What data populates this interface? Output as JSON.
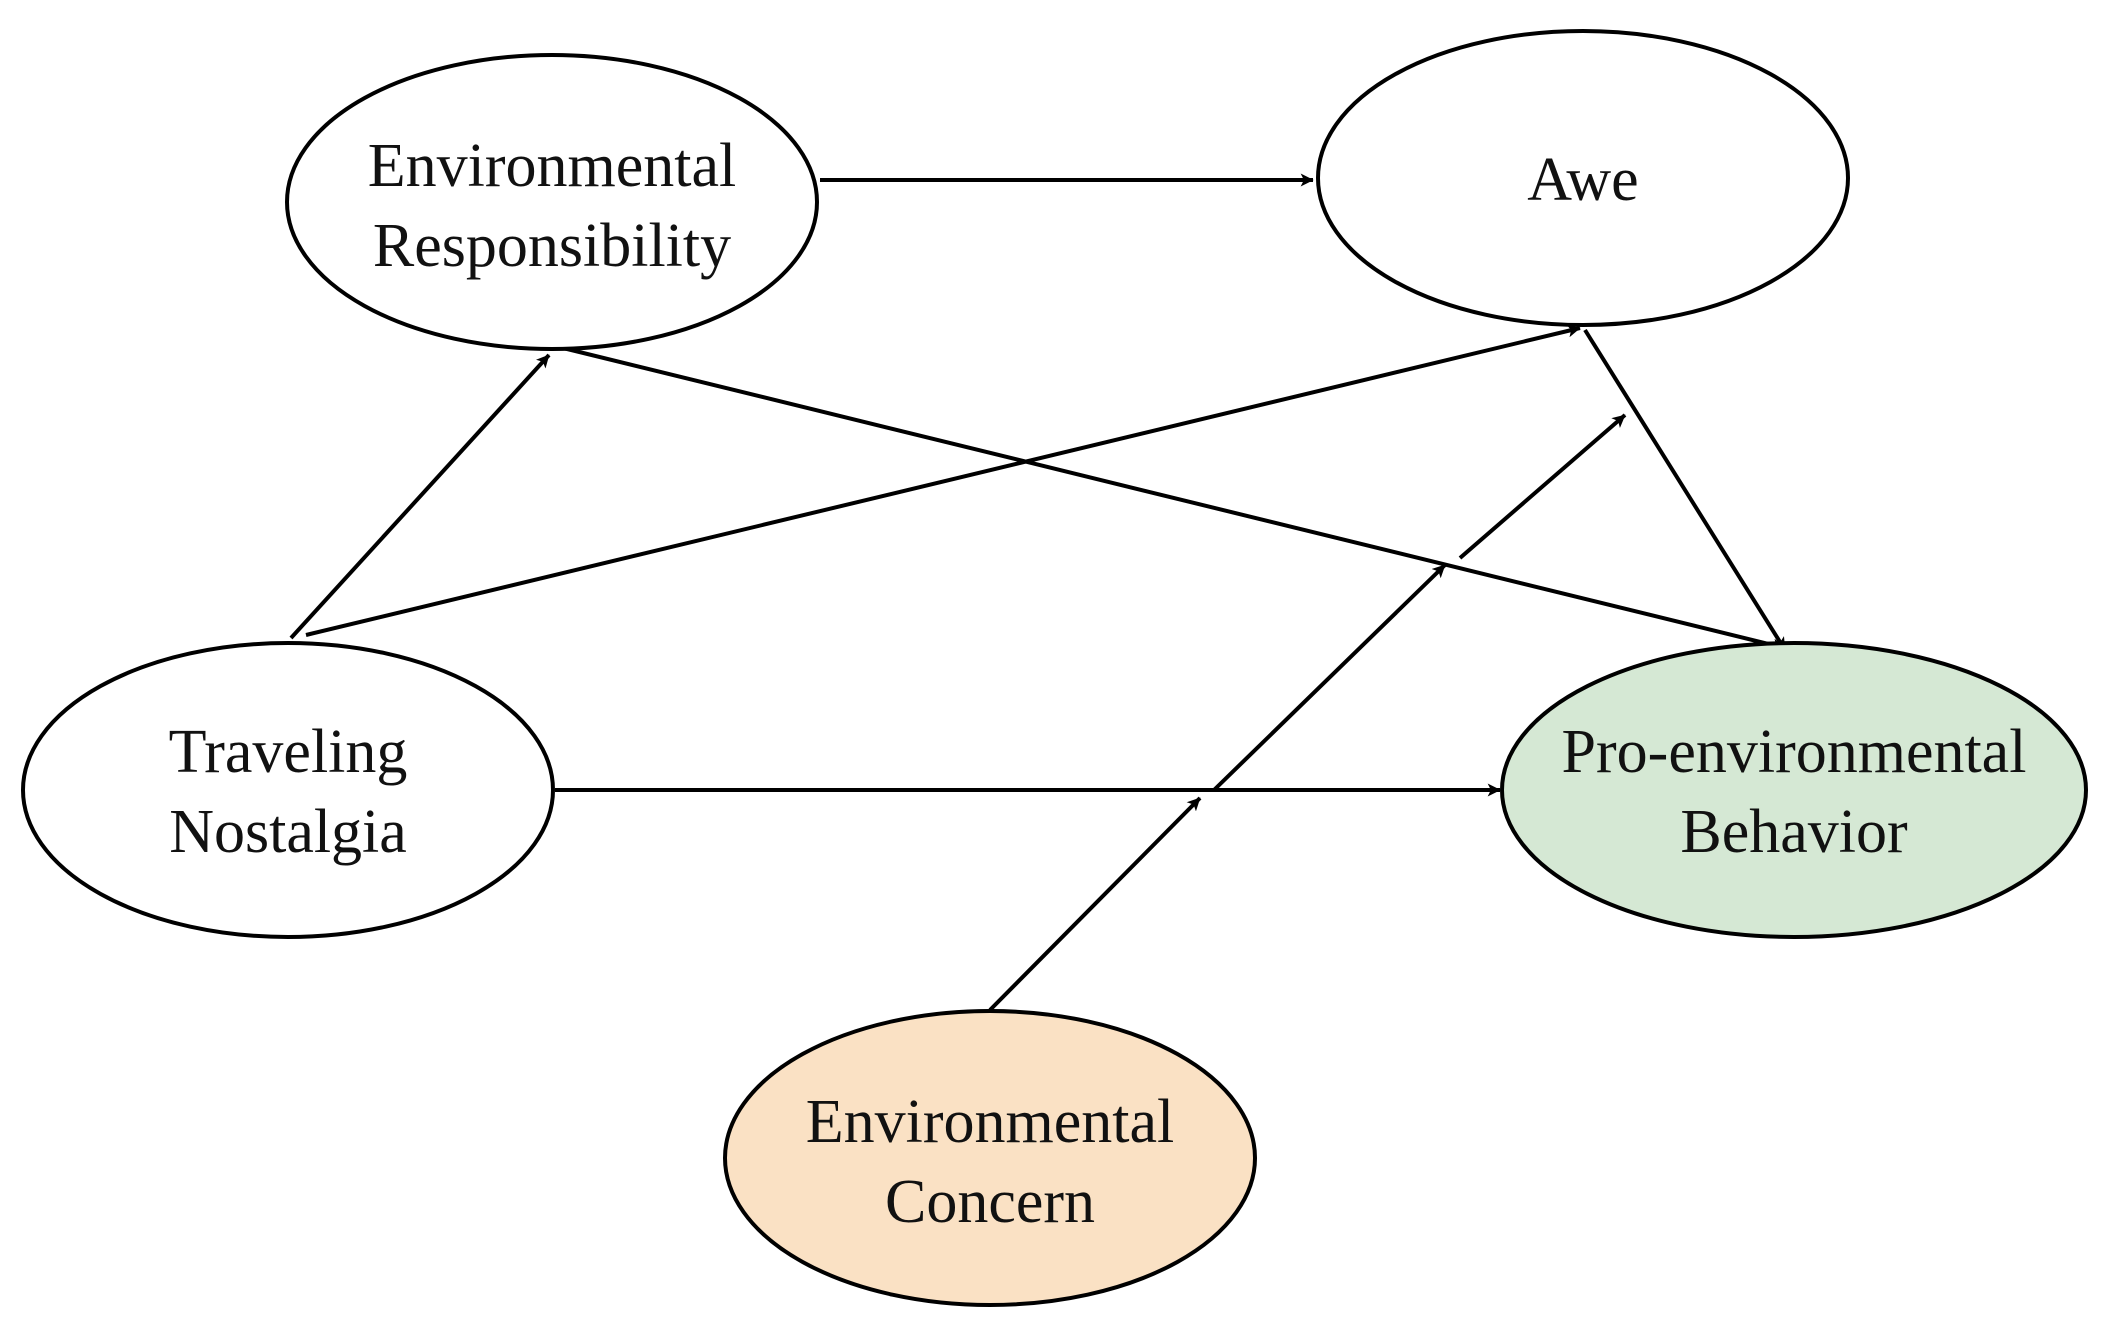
{
  "nodes": {
    "environmental_responsibility": {
      "line1": "Environmental",
      "line2": "Responsibility",
      "fill": "#ffffff"
    },
    "awe": {
      "line1": "Awe",
      "fill": "#ffffff"
    },
    "traveling_nostalgia": {
      "line1": "Traveling",
      "line2": "Nostalgia",
      "fill": "#ffffff"
    },
    "pro_environmental_behavior": {
      "line1": "Pro-environmental",
      "line2": "Behavior",
      "fill": "#d5e8d4"
    },
    "environmental_concern": {
      "line1": "Environmental",
      "line2": "Concern",
      "fill": "#fae1c4"
    }
  },
  "edges": [
    {
      "from": "environmental_responsibility",
      "to": "awe"
    },
    {
      "from": "traveling_nostalgia",
      "to": "environmental_responsibility"
    },
    {
      "from": "traveling_nostalgia",
      "to": "awe"
    },
    {
      "from": "environmental_responsibility",
      "to": "pro_environmental_behavior"
    },
    {
      "from": "awe",
      "to": "pro_environmental_behavior"
    },
    {
      "from": "traveling_nostalgia",
      "to": "pro_environmental_behavior"
    },
    {
      "from": "environmental_concern",
      "to": "path:awe->pro_environmental_behavior",
      "type": "moderation"
    },
    {
      "from": "environmental_concern",
      "to": "path:environmental_responsibility->pro_environmental_behavior",
      "type": "moderation"
    },
    {
      "from": "environmental_concern",
      "to": "path:traveling_nostalgia->pro_environmental_behavior",
      "type": "moderation"
    }
  ],
  "colors": {
    "stroke": "#000000",
    "default_fill": "#ffffff",
    "outcome_fill": "#d5e8d4",
    "moderator_fill": "#fae1c4"
  }
}
